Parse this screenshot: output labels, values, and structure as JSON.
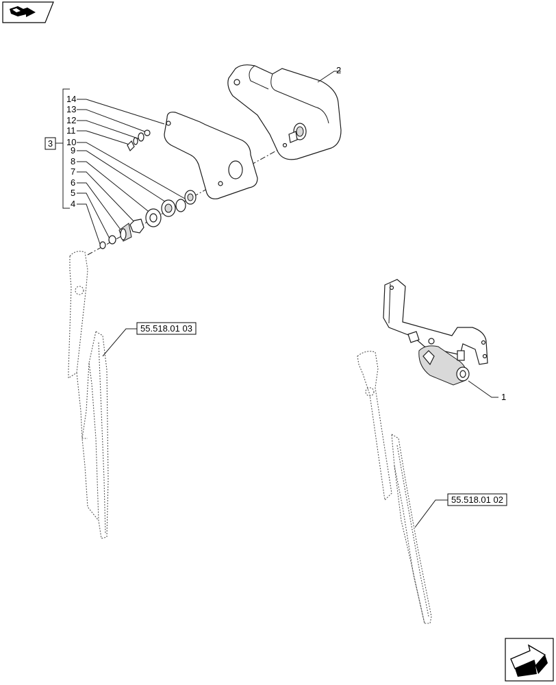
{
  "nav": {
    "top_icon": "back-arrow-icon",
    "bottom_icon": "next-page-arrow-icon"
  },
  "callouts": {
    "group": "3",
    "items": [
      "14",
      "13",
      "12",
      "11",
      "10",
      "9",
      "8",
      "7",
      "6",
      "5",
      "4"
    ],
    "motor_assembly": "2",
    "wiper_motor_kit": "1"
  },
  "references": {
    "left_wiper": "55.518.01 03",
    "right_wiper": "55.518.01 02"
  }
}
